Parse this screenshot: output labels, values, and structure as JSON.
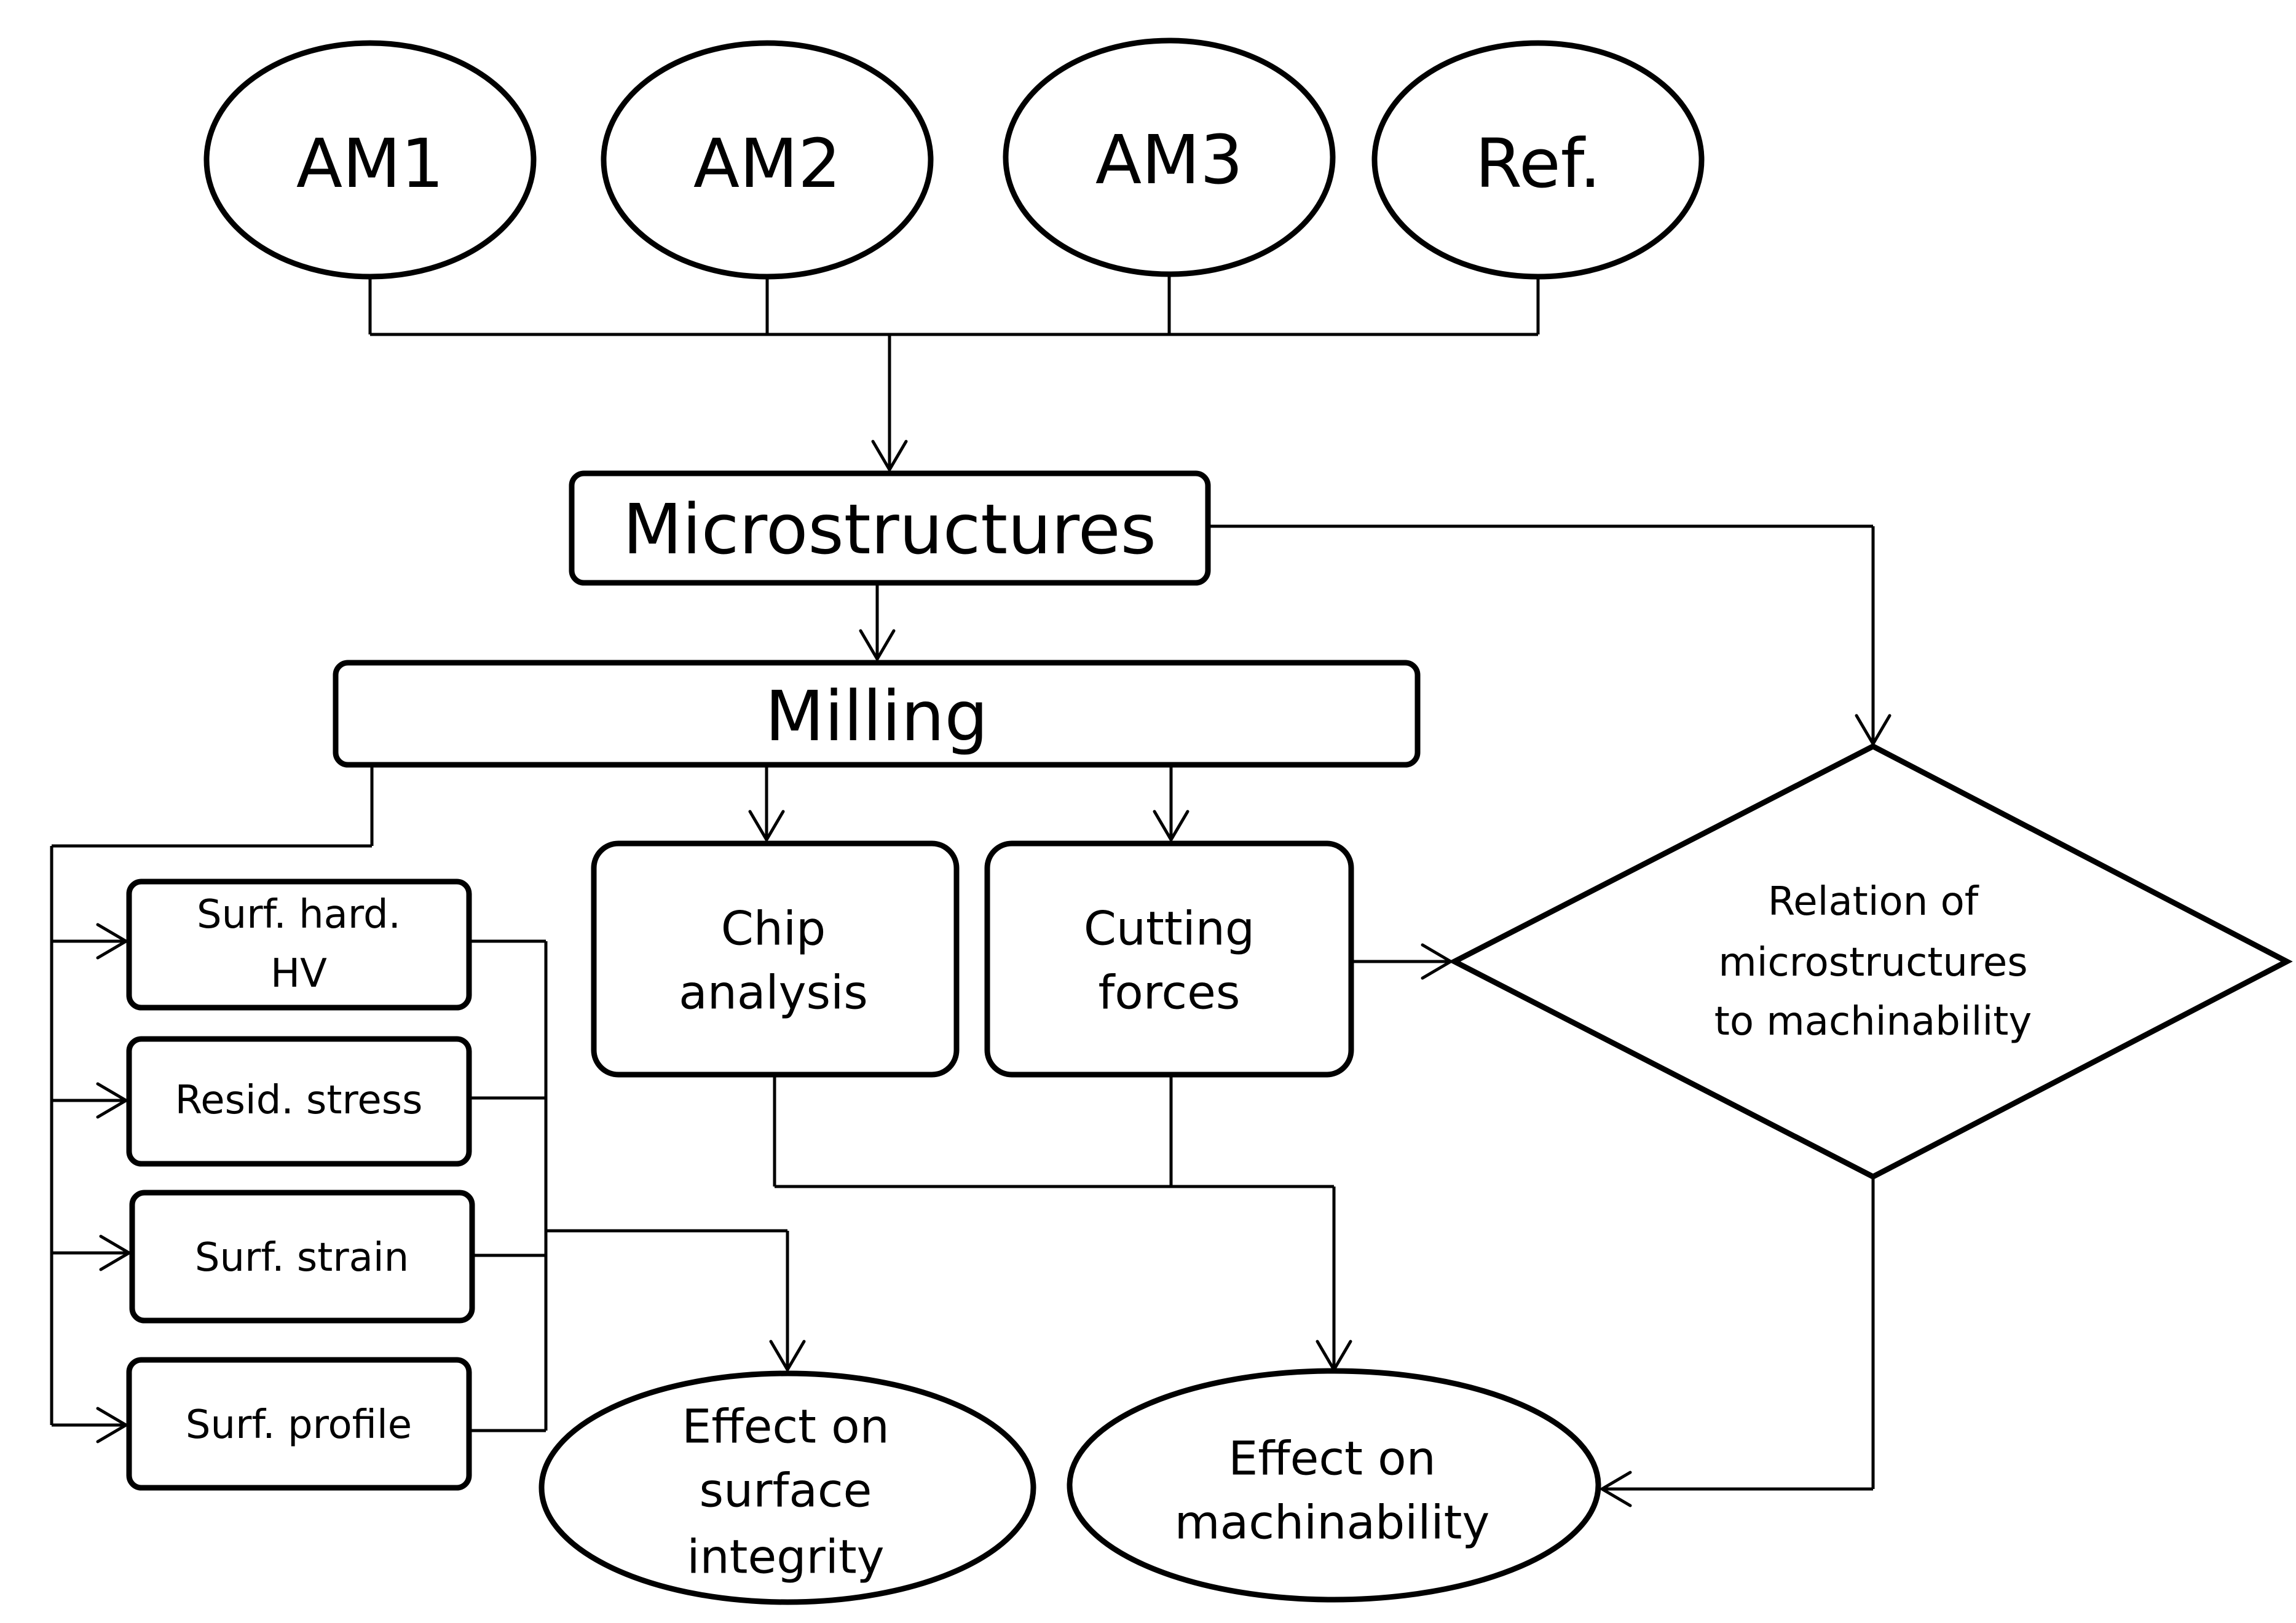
{
  "diagram": {
    "inputs": {
      "am1": "AM1",
      "am2": "AM2",
      "am3": "AM3",
      "ref": "Ref."
    },
    "microstructures": "Microstructures",
    "milling": "Milling",
    "tests": {
      "surf_hard_line1": "Surf. hard.",
      "surf_hard_line2": "HV",
      "resid_stress": "Resid. stress",
      "surf_strain": "Surf. strain",
      "surf_profile": "Surf. profile"
    },
    "chip_analysis": {
      "line1": "Chip",
      "line2": "analysis"
    },
    "cutting_forces": {
      "line1": "Cutting",
      "line2": "forces"
    },
    "relation": {
      "line1": "Relation of",
      "line2": "microstructures",
      "line3": "to machinability"
    },
    "effect_surface": {
      "line1": "Effect on",
      "line2": "surface",
      "line3": "integrity"
    },
    "effect_machinability": {
      "line1": "Effect on",
      "line2": "machinability"
    }
  }
}
